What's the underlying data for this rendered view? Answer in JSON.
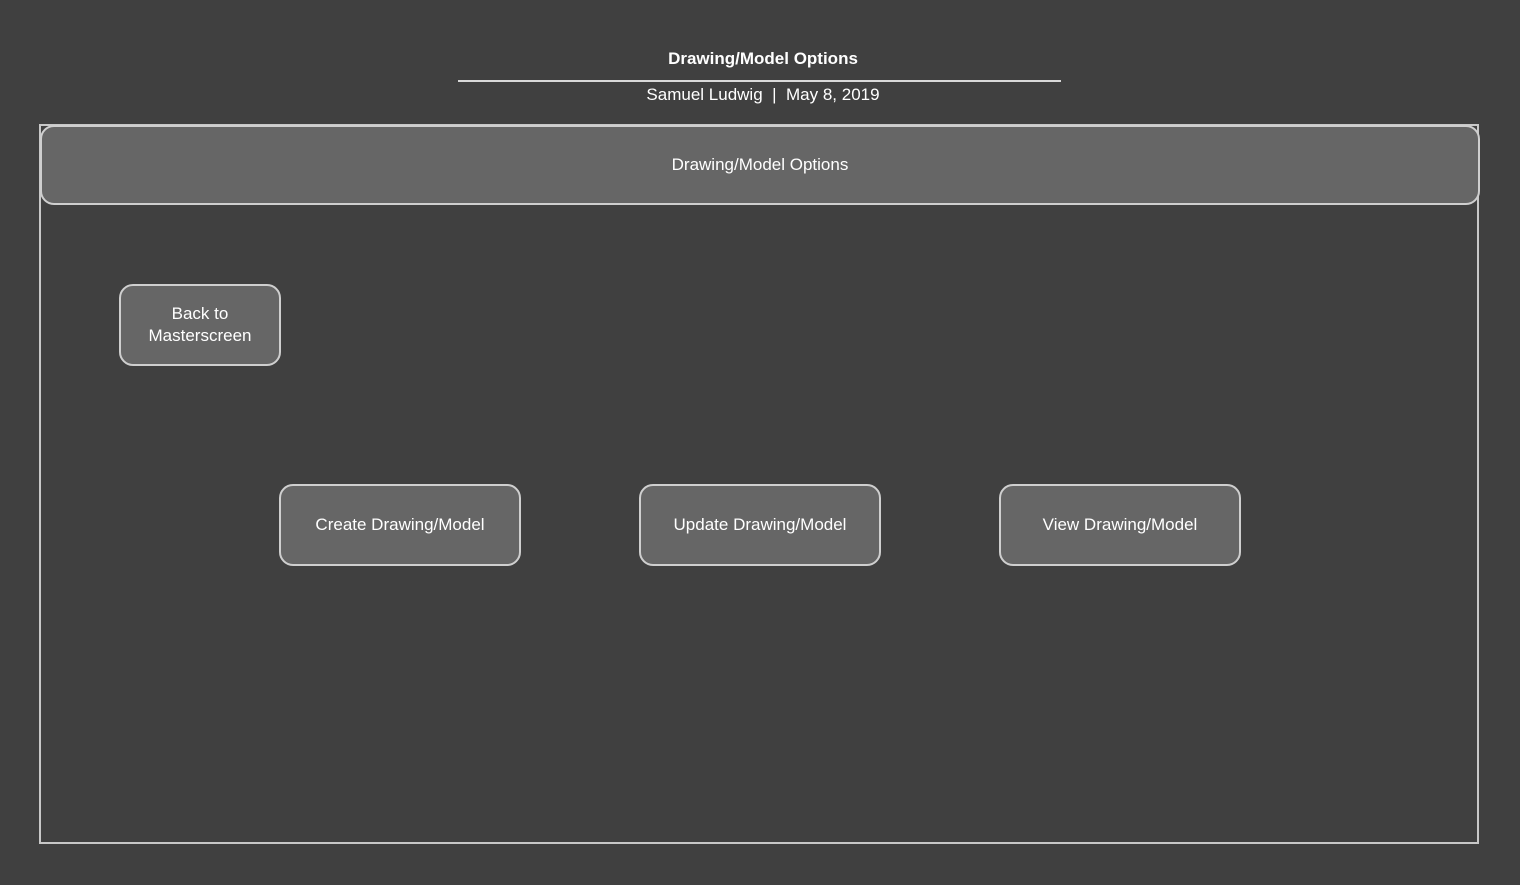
{
  "document": {
    "title": "Drawing/Model Options",
    "author": "Samuel Ludwig",
    "separator": "|",
    "date": "May 8, 2019"
  },
  "screen": {
    "header_title": "Drawing/Model Options",
    "buttons": {
      "back_label": "Back to\nMasterscreen",
      "create_label": "Create Drawing/Model",
      "update_label": "Update Drawing/Model",
      "view_label": "View Drawing/Model"
    }
  },
  "colors": {
    "background": "#404040",
    "panel": "#666666",
    "border": "#cfcfcf",
    "text": "#ffffff"
  }
}
